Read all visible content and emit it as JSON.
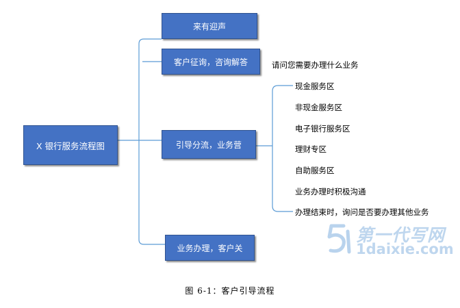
{
  "root": {
    "label": "X 银行服务流程图"
  },
  "branches": [
    {
      "label": "来有迎声"
    },
    {
      "label": "客户征询，咨询解答",
      "note": "请问您需要办理什么业务"
    },
    {
      "label": "引导分流，业务营"
    },
    {
      "label": "业务办理，客户关"
    }
  ],
  "leaves": [
    "现金服务区",
    "非现金服务区",
    "电子银行服务区",
    "理财专区",
    "自助服务区",
    "业务办理时积极沟通",
    "办理结束时，询问是否要办理其他业务"
  ],
  "caption": "图 6-1：客户引导流程",
  "watermark": {
    "text_cn": "第一代写网",
    "url": "1daixie.com"
  },
  "colors": {
    "node_fill": "#4472c4",
    "node_border": "#2f528f",
    "connector": "#5b9bd5",
    "watermark": "#a8c8e8"
  }
}
